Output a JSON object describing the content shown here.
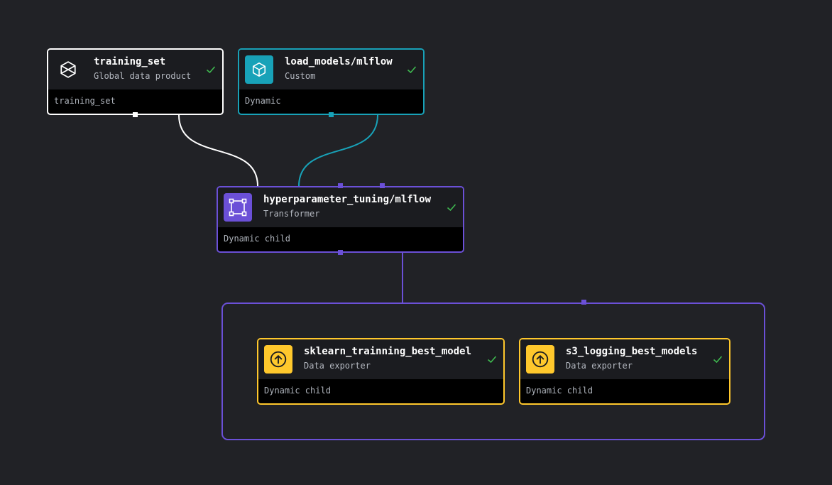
{
  "colors": {
    "background": "#212226",
    "white": "#ffffff",
    "teal": "#18a2b8",
    "purple": "#6b50d7",
    "yellow": "#ffc82c",
    "check": "#3fb950"
  },
  "nodes": {
    "training_set": {
      "title": "training_set",
      "subtitle": "Global data product",
      "footer": "training_set",
      "icon": "cube-outline-icon",
      "status": "success"
    },
    "load_models": {
      "title": "load_models/mlflow",
      "subtitle": "Custom",
      "footer": "Dynamic",
      "icon": "cube-icon",
      "status": "success"
    },
    "hyperparameter": {
      "title": "hyperparameter_tuning/mlflow",
      "subtitle": "Transformer",
      "footer": "Dynamic child",
      "icon": "transformer-frame-icon",
      "status": "success"
    },
    "sklearn": {
      "title": "sklearn_trainning_best_model",
      "subtitle": "Data exporter",
      "footer": "Dynamic child",
      "icon": "upload-icon",
      "status": "success"
    },
    "s3_logging": {
      "title": "s3_logging_best_models",
      "subtitle": "Data exporter",
      "footer": "Dynamic child",
      "icon": "upload-icon",
      "status": "success"
    }
  }
}
